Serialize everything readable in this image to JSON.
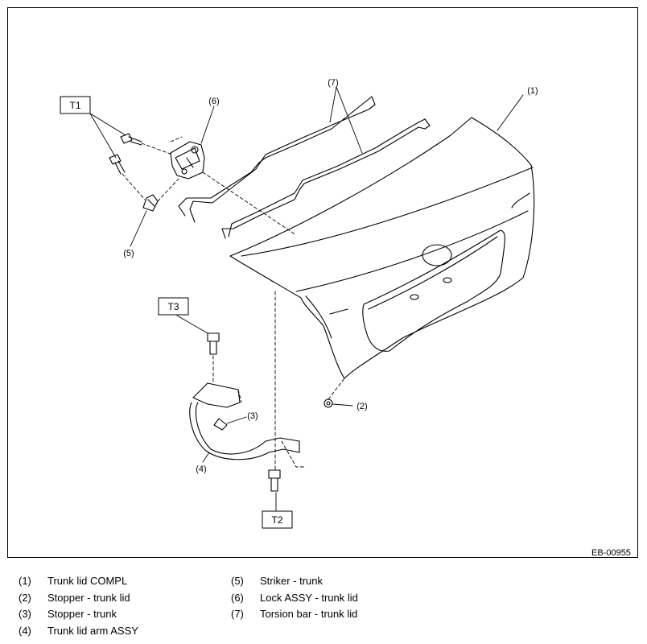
{
  "callouts": {
    "n1": "(1)",
    "n2": "(2)",
    "n3": "(3)",
    "n4": "(4)",
    "n5": "(5)",
    "n6": "(6)",
    "n7": "(7)"
  },
  "torque_labels": {
    "t1": "T1",
    "t2": "T2",
    "t3": "T3"
  },
  "drawing_code": "EB-00955",
  "legend": {
    "left": [
      {
        "num": "(1)",
        "label": "Trunk lid COMPL"
      },
      {
        "num": "(2)",
        "label": "Stopper - trunk lid"
      },
      {
        "num": "(3)",
        "label": "Stopper - trunk"
      },
      {
        "num": "(4)",
        "label": "Trunk lid arm ASSY"
      }
    ],
    "right": [
      {
        "num": "(5)",
        "label": "Striker - trunk"
      },
      {
        "num": "(6)",
        "label": "Lock ASSY - trunk lid"
      },
      {
        "num": "(7)",
        "label": "Torsion bar - trunk lid"
      }
    ]
  }
}
